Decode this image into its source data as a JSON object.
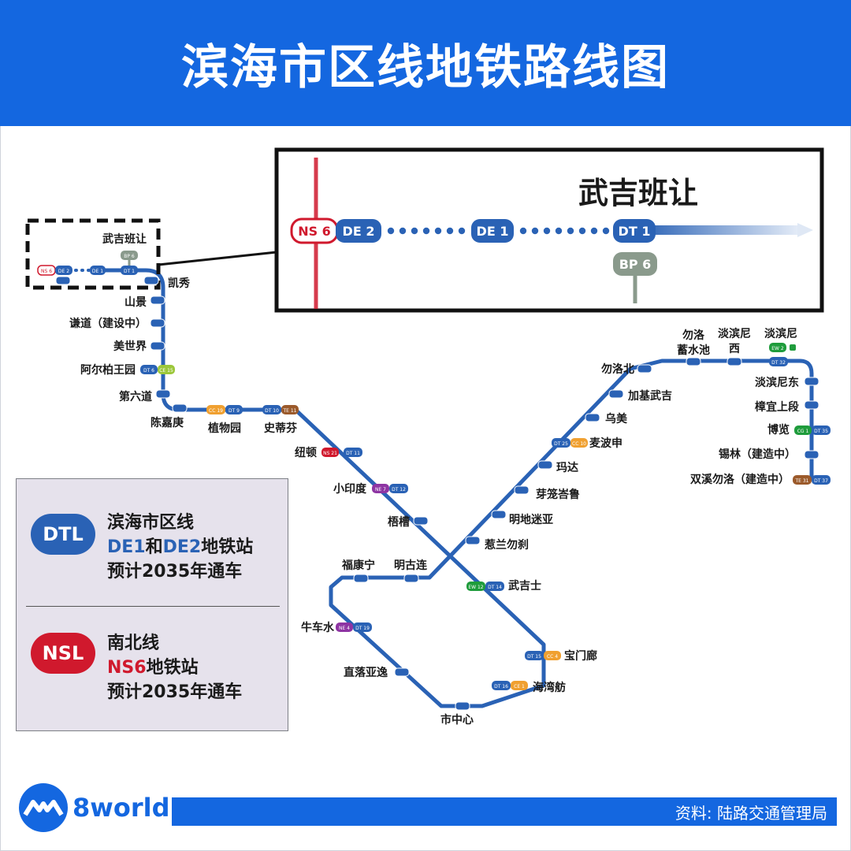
{
  "header": {
    "title": "滨海市区线地铁路线图"
  },
  "inset": {
    "title": "武吉班让",
    "codes": {
      "ns": "NS 6",
      "de2": "DE 2",
      "de1": "DE 1",
      "dt": "DT 1",
      "bp": "BP 6"
    }
  },
  "stations": [
    {
      "name": "武吉班让"
    },
    {
      "name": "凯秀"
    },
    {
      "name": "山景"
    },
    {
      "name": "谦道（建设中）"
    },
    {
      "name": "美世界"
    },
    {
      "name": "阿尔柏王园"
    },
    {
      "name": "第六道"
    },
    {
      "name": "陈嘉庚"
    },
    {
      "name": "植物园"
    },
    {
      "name": "史蒂芬"
    },
    {
      "name": "纽顿"
    },
    {
      "name": "小印度"
    },
    {
      "name": "梧槽"
    },
    {
      "name": "武吉士"
    },
    {
      "name": "宝门廊"
    },
    {
      "name": "海湾舫"
    },
    {
      "name": "市中心"
    },
    {
      "name": "直落亚逸"
    },
    {
      "name": "牛车水"
    },
    {
      "name": "福康宁"
    },
    {
      "name": "明古连"
    },
    {
      "name": "惹兰勿刹"
    },
    {
      "name": "明地迷亚"
    },
    {
      "name": "芽笼峇鲁"
    },
    {
      "name": "玛达"
    },
    {
      "name": "麦波申"
    },
    {
      "name": "乌美"
    },
    {
      "name": "加基武吉"
    },
    {
      "name": "勿洛北"
    },
    {
      "name": "勿洛"
    },
    {
      "name": "蓄水池"
    },
    {
      "name": "淡滨尼"
    },
    {
      "name": "西"
    },
    {
      "name": "淡滨尼"
    },
    {
      "name": "淡滨尼东"
    },
    {
      "name": "樟宜上段"
    },
    {
      "name": "博览"
    },
    {
      "name": "锡林（建造中）"
    },
    {
      "name": "双溪勿洛（建造中）"
    }
  ],
  "codes": [
    {
      "label": "NS 6"
    },
    {
      "label": "DE 2"
    },
    {
      "label": "DE 1"
    },
    {
      "label": "DT 1"
    },
    {
      "label": "BP 6"
    },
    {
      "label": "DT 6"
    },
    {
      "label": "CE 15"
    },
    {
      "label": "CC 19"
    },
    {
      "label": "DT 9"
    },
    {
      "label": "DT 10"
    },
    {
      "label": "TE 11"
    },
    {
      "label": "NS 21"
    },
    {
      "label": "DT 11"
    },
    {
      "label": "NE 7"
    },
    {
      "label": "DT 12"
    },
    {
      "label": "EW 12"
    },
    {
      "label": "DT 14"
    },
    {
      "label": "DT 15"
    },
    {
      "label": "CC 4"
    },
    {
      "label": "DT 16"
    },
    {
      "label": "CE 1"
    },
    {
      "label": "NE 4"
    },
    {
      "label": "DT 19"
    },
    {
      "label": "DT 25"
    },
    {
      "label": "CC 10"
    },
    {
      "label": "EW 2"
    },
    {
      "label": "DT 32"
    },
    {
      "label": "CG 1"
    },
    {
      "label": "DT 35"
    },
    {
      "label": "TE 31"
    },
    {
      "label": "DT 37"
    }
  ],
  "legend": {
    "dtl": {
      "badge": "DTL",
      "line1": "滨海市区线",
      "de1": "DE1",
      "and": "和",
      "de2": "DE2",
      "suffix": "地铁站",
      "line3": "预计2035年通车"
    },
    "nsl": {
      "badge": "NSL",
      "line1": "南北线",
      "ns6": "NS6",
      "suffix": "地铁站",
      "line3": "预计2035年通车"
    }
  },
  "footer": {
    "brand": "8world",
    "source": "资料: 陆路交通管理局"
  },
  "colors": {
    "brand_blue": "#1467e0",
    "dtl_blue": "#2a62b5",
    "nsl_red": "#d0192d",
    "legend_bg": "#e6e2ec"
  }
}
